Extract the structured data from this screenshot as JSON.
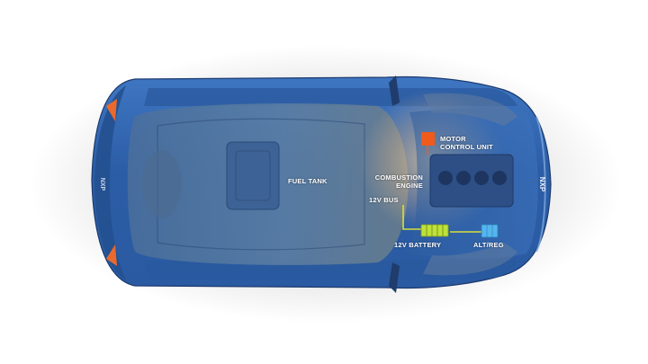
{
  "diagram": {
    "labels": {
      "motor_control_unit": [
        "MOTOR",
        "CONTROL UNIT"
      ],
      "combustion_engine": [
        "COMBUSTION",
        "ENGINE"
      ],
      "fuel_tank": "FUEL TANK",
      "bus_12v": "12V BUS",
      "battery_12v": "12V BATTERY",
      "alt_reg": "ALT/REG"
    },
    "brand": "NXP",
    "colors": {
      "car_body": "#2d5ea6",
      "car_dark": "#1d3f78",
      "cabin": "#3c6394",
      "mcu_orange": "#f05a1a",
      "bus_yellow": "#d7e03a",
      "battery_green": "#bfe23a",
      "alt_blue": "#55b6ee",
      "rear_light": "#e96a2c"
    }
  }
}
